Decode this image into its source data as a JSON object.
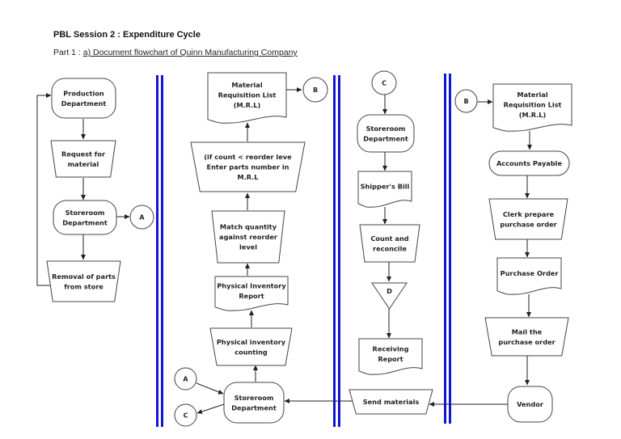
{
  "document": {
    "title": "PBL Session 2 : Expenditure Cycle",
    "subtitle_prefix": "Part 1 : ",
    "subtitle_link": "a) Document flowchart of Quinn Manufacturing Company"
  },
  "colors": {
    "lane_divider": "#1414d8",
    "shape_stroke": "#444444",
    "text": "#222222"
  },
  "lanes": [
    {
      "id": "lane-1",
      "nodes": [
        {
          "id": "production-dept",
          "type": "terminal",
          "lines": [
            "Production",
            "Department"
          ]
        },
        {
          "id": "request-material",
          "type": "manual-operation",
          "lines": [
            "Request for",
            "material"
          ]
        },
        {
          "id": "storeroom-dept-1",
          "type": "terminal",
          "lines": [
            "Storeroom",
            "Department"
          ]
        },
        {
          "id": "connector-a-1",
          "type": "connector",
          "lines": [
            "A"
          ]
        },
        {
          "id": "removal-parts",
          "type": "manual-operation",
          "lines": [
            "Removal of parts",
            "from store"
          ]
        }
      ]
    },
    {
      "id": "lane-2",
      "nodes": [
        {
          "id": "mrl-1",
          "type": "document",
          "lines": [
            "Material",
            "Requisition List",
            "(M.R.L)"
          ]
        },
        {
          "id": "connector-b-1",
          "type": "connector",
          "lines": [
            "B"
          ]
        },
        {
          "id": "if-count",
          "type": "manual-operation",
          "lines": [
            "(if count < reorder leve",
            "Enter parts number in",
            "M.R.L"
          ]
        },
        {
          "id": "match-quantity",
          "type": "manual-operation",
          "lines": [
            "Match quantity",
            "against reorder",
            "level"
          ]
        },
        {
          "id": "physical-inventory-report",
          "type": "document",
          "lines": [
            "Physical Inventory",
            "Report"
          ]
        },
        {
          "id": "physical-inventory-counting",
          "type": "manual-operation",
          "lines": [
            "Physical inventory",
            "counting"
          ]
        },
        {
          "id": "connector-a-2",
          "type": "connector",
          "lines": [
            "A"
          ]
        },
        {
          "id": "connector-c-1",
          "type": "connector",
          "lines": [
            "C"
          ]
        },
        {
          "id": "storeroom-dept-2",
          "type": "terminal",
          "lines": [
            "Storeroom",
            "Department"
          ]
        }
      ]
    },
    {
      "id": "lane-3",
      "nodes": [
        {
          "id": "connector-c-2",
          "type": "connector",
          "lines": [
            "C"
          ]
        },
        {
          "id": "storeroom-dept-3",
          "type": "terminal",
          "lines": [
            "Storeroom",
            "Department"
          ]
        },
        {
          "id": "shippers-bill",
          "type": "document",
          "lines": [
            "Shipper's Bill"
          ]
        },
        {
          "id": "count-reconcile",
          "type": "manual-operation",
          "lines": [
            "Count and",
            "reconcile"
          ]
        },
        {
          "id": "file-d",
          "type": "offline-storage",
          "lines": [
            "D"
          ]
        },
        {
          "id": "receiving-report",
          "type": "document",
          "lines": [
            "Receiving",
            "Report"
          ]
        },
        {
          "id": "send-materials",
          "type": "manual-operation",
          "lines": [
            "Send materials"
          ]
        }
      ]
    },
    {
      "id": "lane-4",
      "nodes": [
        {
          "id": "connector-b-2",
          "type": "connector",
          "lines": [
            "B"
          ]
        },
        {
          "id": "mrl-2",
          "type": "document",
          "lines": [
            "Material",
            "Requisition List",
            "(M.R.L)"
          ]
        },
        {
          "id": "accounts-payable",
          "type": "terminal",
          "lines": [
            "Accounts Payable"
          ]
        },
        {
          "id": "clerk-prepare",
          "type": "manual-operation",
          "lines": [
            "Clerk prepare",
            "purchase order"
          ]
        },
        {
          "id": "purchase-order",
          "type": "document",
          "lines": [
            "Purchase Order"
          ]
        },
        {
          "id": "mail-po",
          "type": "manual-operation",
          "lines": [
            "Mail the",
            "purchase order"
          ]
        },
        {
          "id": "vendor",
          "type": "terminal",
          "lines": [
            "Vendor"
          ]
        }
      ]
    }
  ]
}
